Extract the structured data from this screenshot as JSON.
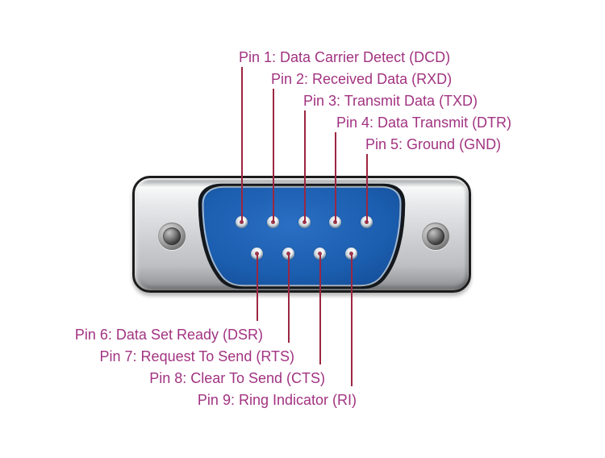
{
  "pins": [
    {
      "number": 1,
      "signal": "Data Carrier Detect",
      "abbr": "DCD",
      "label": "Pin 1: Data Carrier Detect (DCD)"
    },
    {
      "number": 2,
      "signal": "Received Data",
      "abbr": "RXD",
      "label": "Pin 2: Received Data (RXD)"
    },
    {
      "number": 3,
      "signal": "Transmit Data",
      "abbr": "TXD",
      "label": "Pin 3: Transmit Data (TXD)"
    },
    {
      "number": 4,
      "signal": "Data Transmit",
      "abbr": "DTR",
      "label": "Pin 4: Data Transmit (DTR)"
    },
    {
      "number": 5,
      "signal": "Ground",
      "abbr": "GND",
      "label": "Pin 5: Ground (GND)"
    },
    {
      "number": 6,
      "signal": "Data Set Ready",
      "abbr": "DSR",
      "label": "Pin 6: Data Set Ready (DSR)"
    },
    {
      "number": 7,
      "signal": "Request To Send",
      "abbr": "RTS",
      "label": "Pin 7: Request To Send (RTS)"
    },
    {
      "number": 8,
      "signal": "Clear To Send",
      "abbr": "CTS",
      "label": "Pin 8: Clear To Send (CTS)"
    },
    {
      "number": 9,
      "signal": "Ring Indicator",
      "abbr": "RI",
      "label": "Pin 9: Ring Indicator (RI)"
    }
  ],
  "connector": {
    "type": "DB9 / DE-9 male",
    "pin_rows": {
      "top": [
        1,
        2,
        3,
        4,
        5
      ],
      "bottom": [
        6,
        7,
        8,
        9
      ]
    }
  },
  "colors": {
    "background": "#ffffff",
    "label_text": "#a23381",
    "leader_line": "#9c2742",
    "connector_blue": "#1b5dae",
    "shell_outline": "#14181c",
    "housing_gray": "#cdcfd2",
    "housing_border": "#1c1c1c"
  }
}
